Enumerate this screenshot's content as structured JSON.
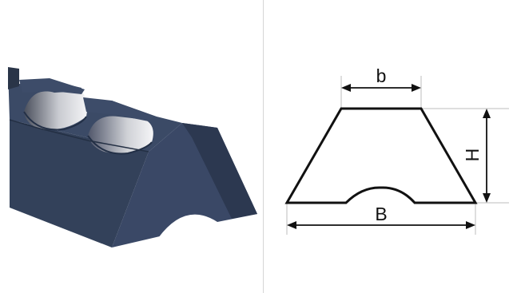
{
  "labels": {
    "b": "b",
    "H": "H",
    "B": "B"
  },
  "colors": {
    "belt_front": "#33415a",
    "belt_top": "#3b4a66",
    "belt_side": "#283449",
    "belt_dark": "#1f2939",
    "groove_light": "#f2f2f4",
    "groove_dark": "#4a4f5c",
    "outline": "#111111",
    "extension": "#bdbdbd",
    "divider": "#d6d6d6"
  }
}
